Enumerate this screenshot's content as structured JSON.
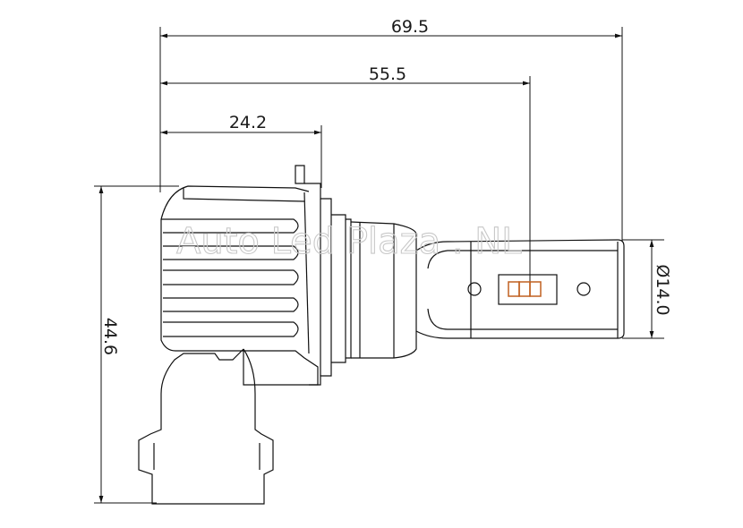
{
  "dimensions": {
    "overall_length": "69.5",
    "length_to_chip": "55.5",
    "base_length": "24.2",
    "height": "44.6",
    "diameter": "Ø14.0"
  },
  "watermark": "Auto Led Plaza . NL",
  "colors": {
    "line": "#111111",
    "background": "#ffffff",
    "watermark": "#c8c8c8",
    "chip": "#c06020"
  }
}
